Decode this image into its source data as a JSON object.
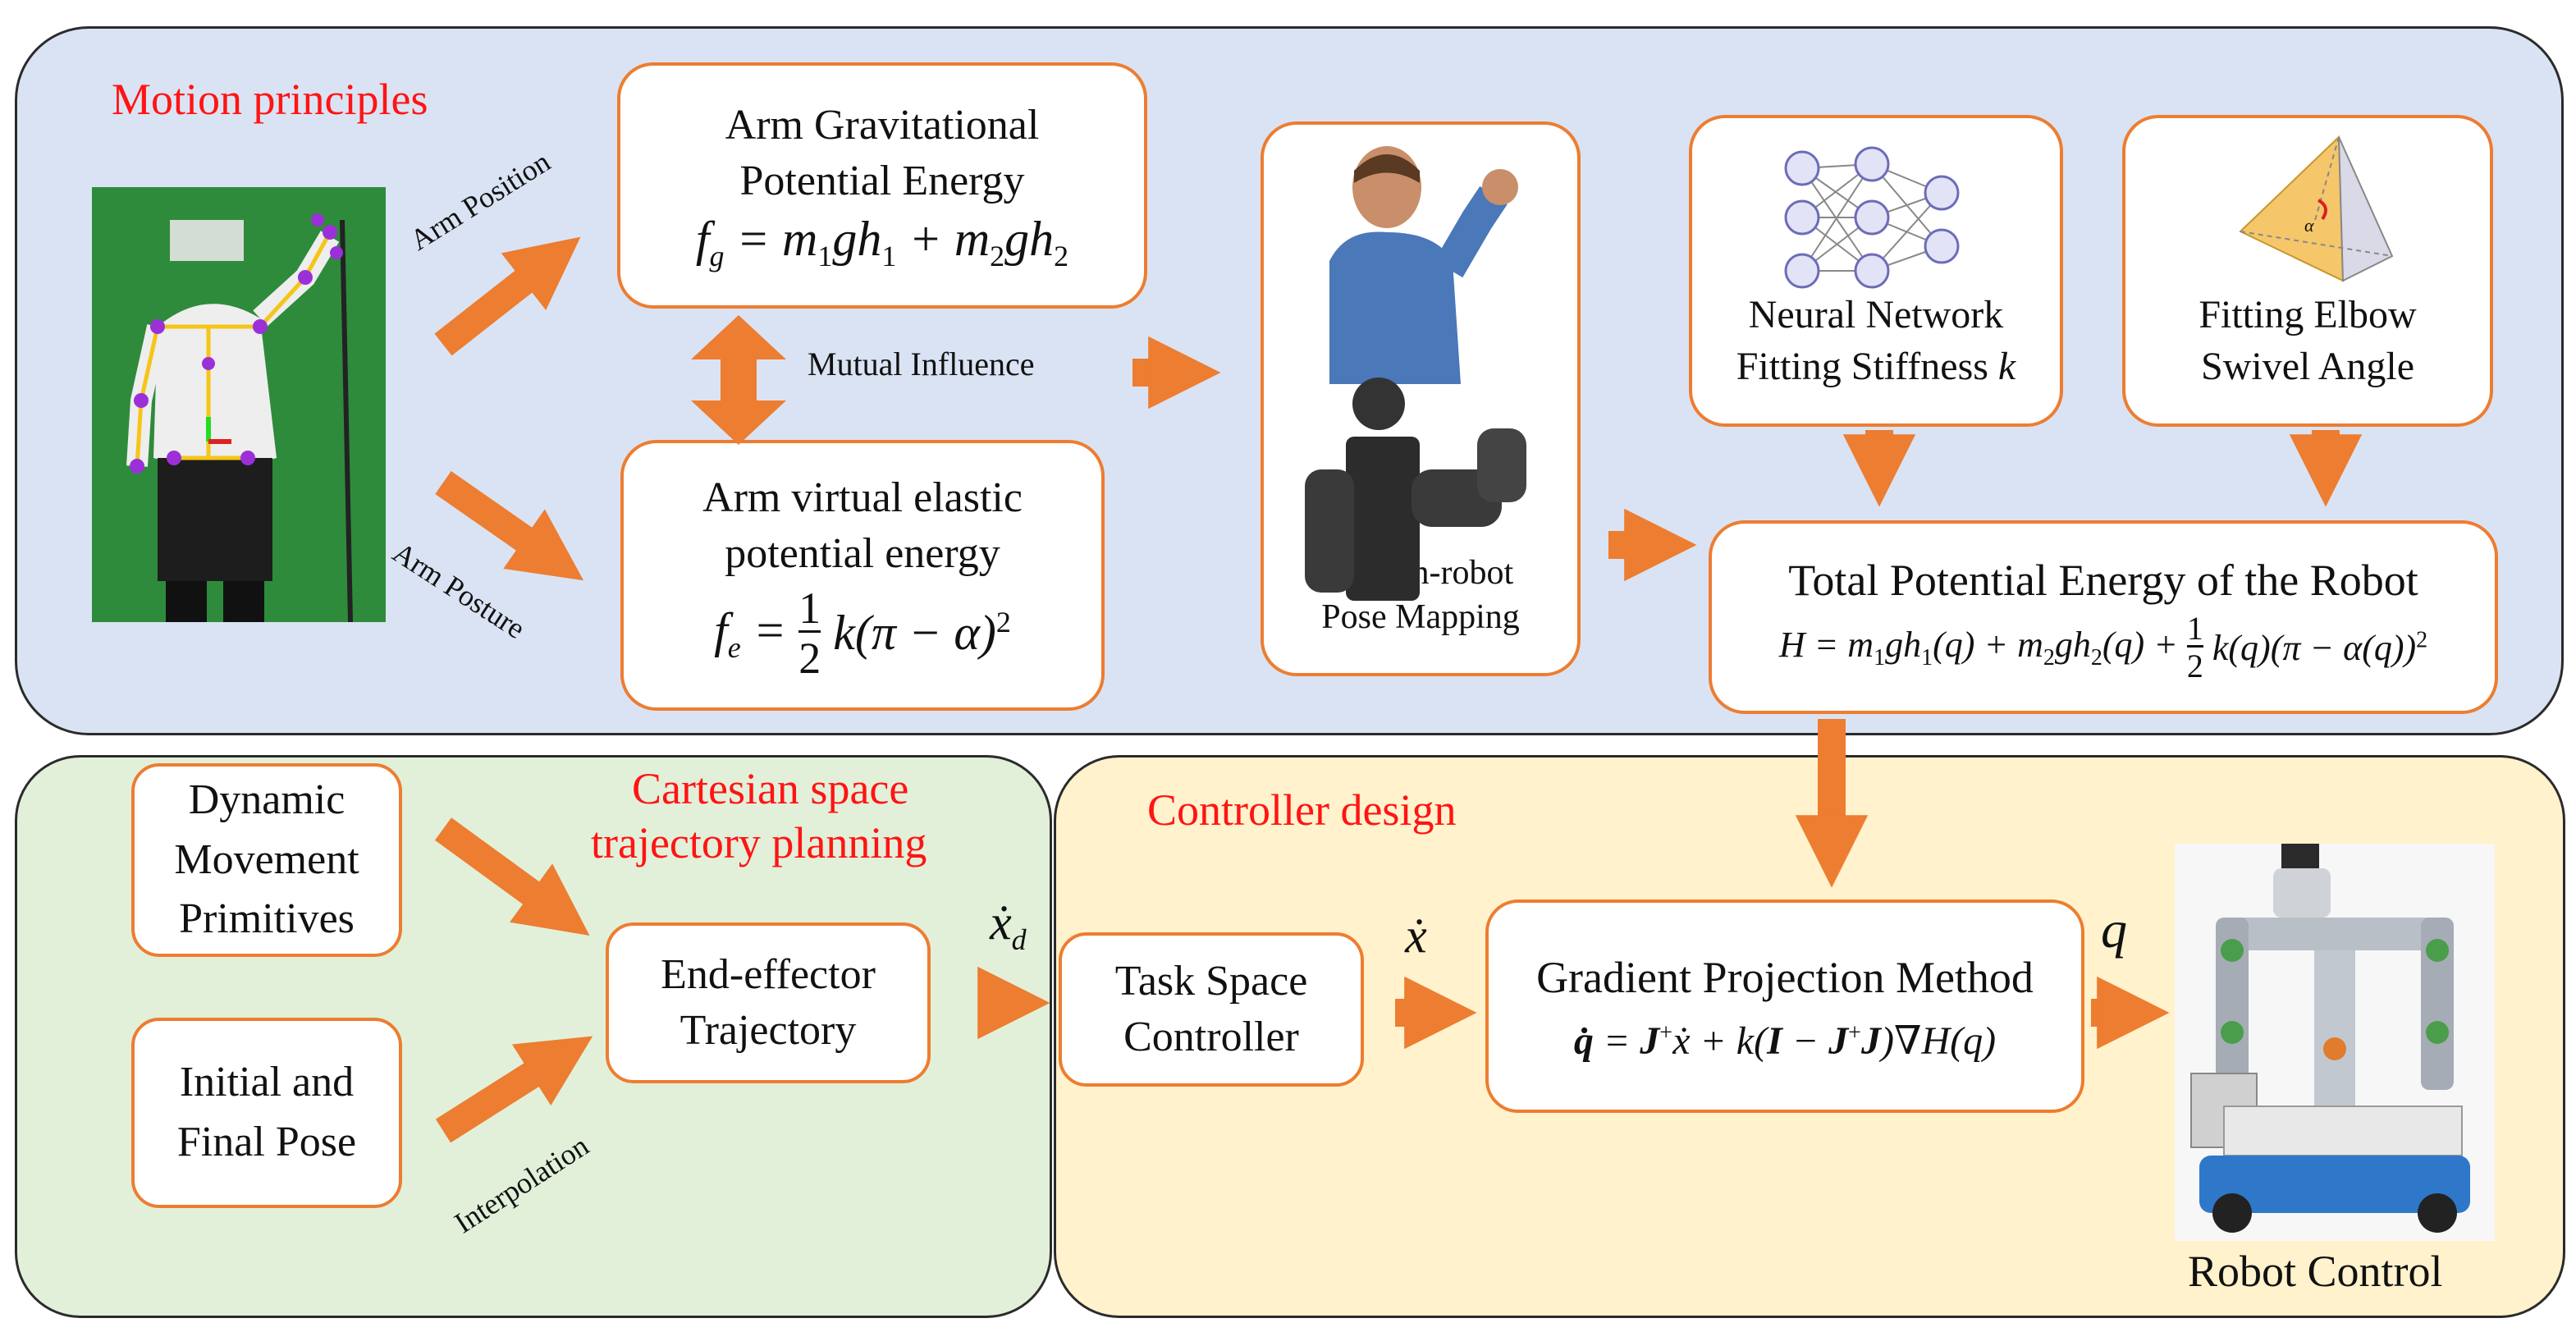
{
  "sections": {
    "motion": "Motion principles",
    "cartesian_line1": "Cartesian space",
    "cartesian_line2": "trajectory planning",
    "controller": "Controller design"
  },
  "boxes": {
    "gravity_l1": "Arm Gravitational",
    "gravity_l2": "Potential Energy",
    "gravity_eq": "f_g = m_1 g h_1 + m_2 g h_2",
    "elastic_l1": "Arm virtual elastic",
    "elastic_l2": "potential energy",
    "elastic_eq": "f_e = 1/2 k (π − α)^2",
    "mapping_l1": "Human-robot",
    "mapping_l2": "Pose Mapping",
    "nn_l1": "Neural Network",
    "nn_l2": "Fitting  Stiffness",
    "nn_k": "k",
    "elbow_l1": "Fitting  Elbow",
    "elbow_l2": "Swivel Angle",
    "total_title": "Total Potential Energy of the Robot",
    "total_eq": "H = m_1 g h_1(q) + m_2 g h_2(q) + 1/2 k(q)(π − α(q))^2",
    "dmp_l1": "Dynamic",
    "dmp_l2": "Movement",
    "dmp_l3": "Primitives",
    "pose_l1": "Initial and",
    "pose_l2": "Final Pose",
    "traj_l1": "End-effector",
    "traj_l2": "Trajectory",
    "tsc_l1": "Task Space",
    "tsc_l2": "Controller",
    "gpm_title": "Gradient Projection Method",
    "gpm_eq": "q̇ = J⁺ẋ + k(I − J⁺J)∇H(q)"
  },
  "arrow_labels": {
    "arm_position": "Arm Position",
    "arm_posture": "Arm Posture",
    "mutual": "Mutual  Influence",
    "interpolation": "Interpolation",
    "xd": "ẋ_d",
    "xdot": "ẋ",
    "q": "q",
    "alpha": "α"
  },
  "robot_control": "Robot Control",
  "colors": {
    "top_panel": "#DAE3F3",
    "left_panel": "#E2F0D9",
    "right_panel": "#FFF2CC",
    "accent": "#ED7D31",
    "title_red": "#FF1414"
  }
}
